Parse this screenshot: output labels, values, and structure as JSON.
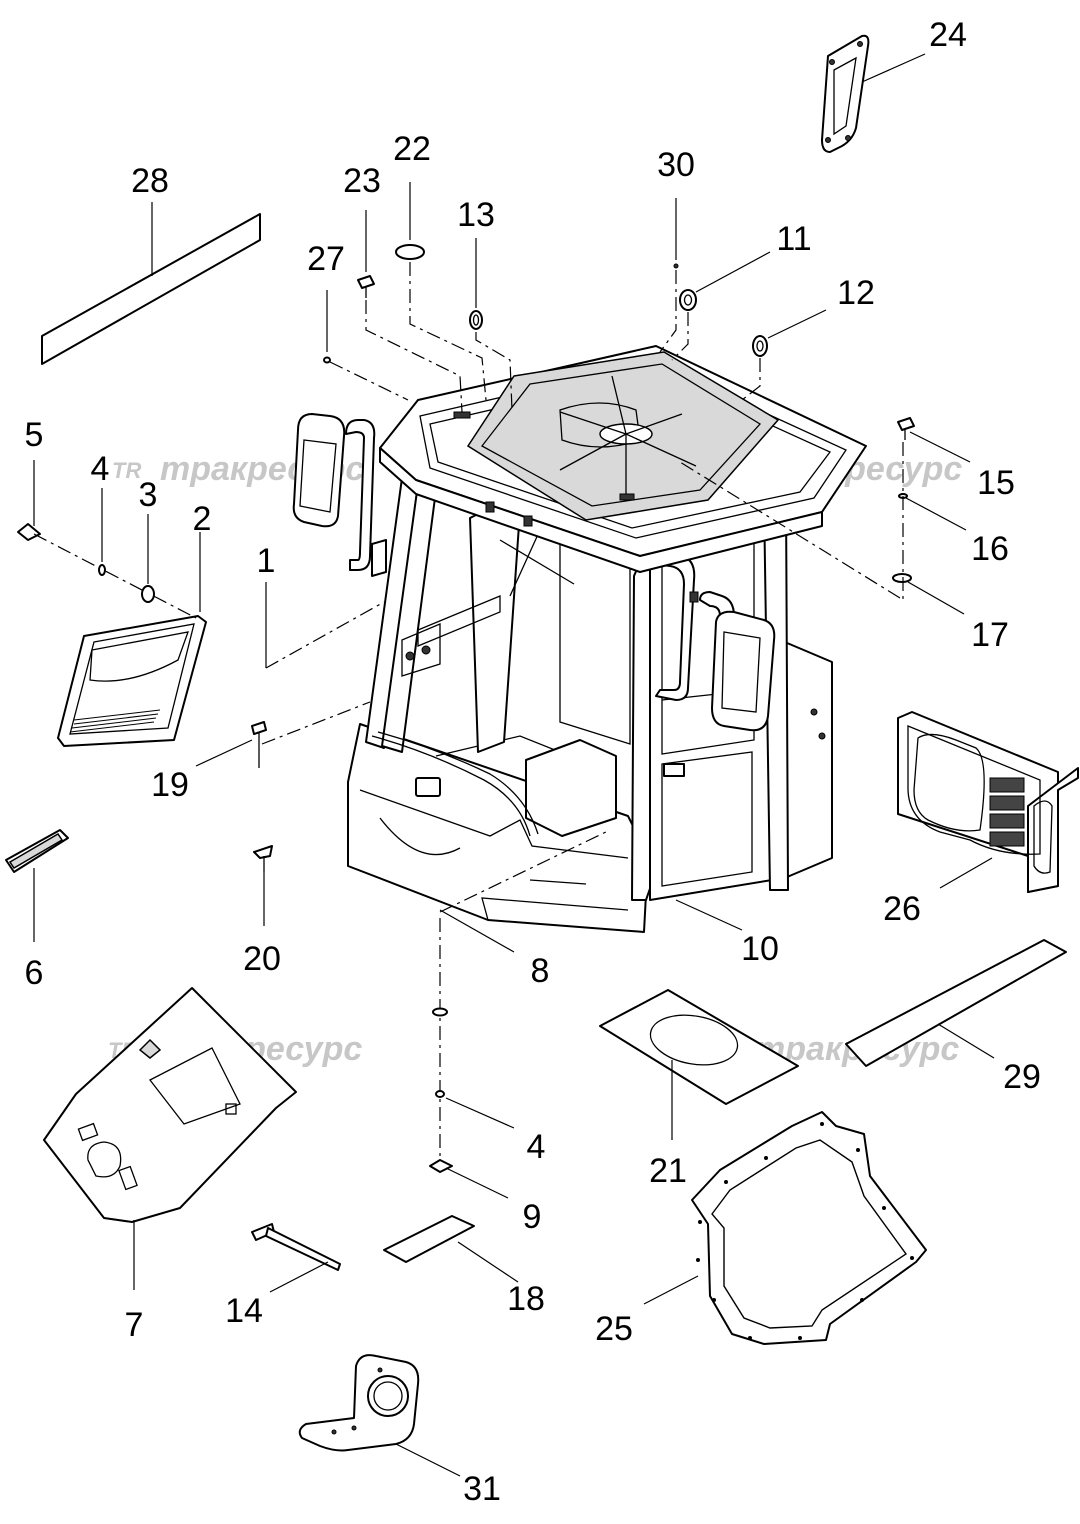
{
  "diagram": {
    "watermark": {
      "logo": "TR",
      "text": "тракресурс"
    },
    "callouts": [
      "1",
      "2",
      "3",
      "4",
      "5",
      "6",
      "7",
      "8",
      "9",
      "10",
      "11",
      "12",
      "13",
      "14",
      "15",
      "16",
      "17",
      "18",
      "19",
      "20",
      "21",
      "22",
      "23",
      "24",
      "25",
      "26",
      "27",
      "28",
      "29",
      "30",
      "31"
    ],
    "callout_4_repeat": "4"
  }
}
